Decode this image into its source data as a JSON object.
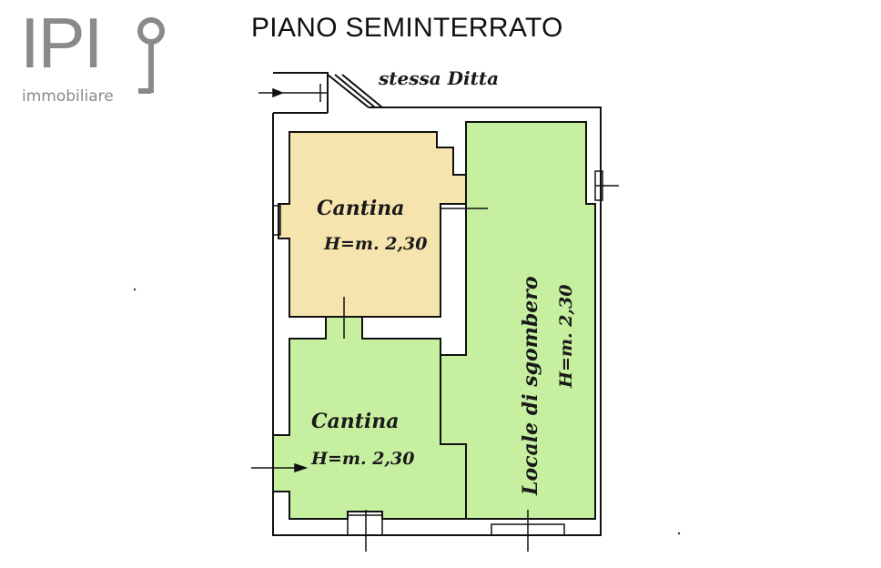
{
  "logo": {
    "letters": "IPI",
    "subtitle": "immobiliare"
  },
  "title": "PIANO SEMINTERRATO",
  "annotations": {
    "neighbor": "stessa Ditta"
  },
  "rooms": [
    {
      "name": "Cantina",
      "height": "H=m. 2,30"
    },
    {
      "name": "Cantina",
      "height": "H=m. 2,30"
    },
    {
      "name": "Locale di sgombero",
      "height": "H=m. 2,30"
    }
  ],
  "colors": {
    "cantina_upper": "#f6e4ae",
    "cantina_lower": "#c6efa0",
    "locale": "#c6efa0",
    "walls": "#111111"
  }
}
